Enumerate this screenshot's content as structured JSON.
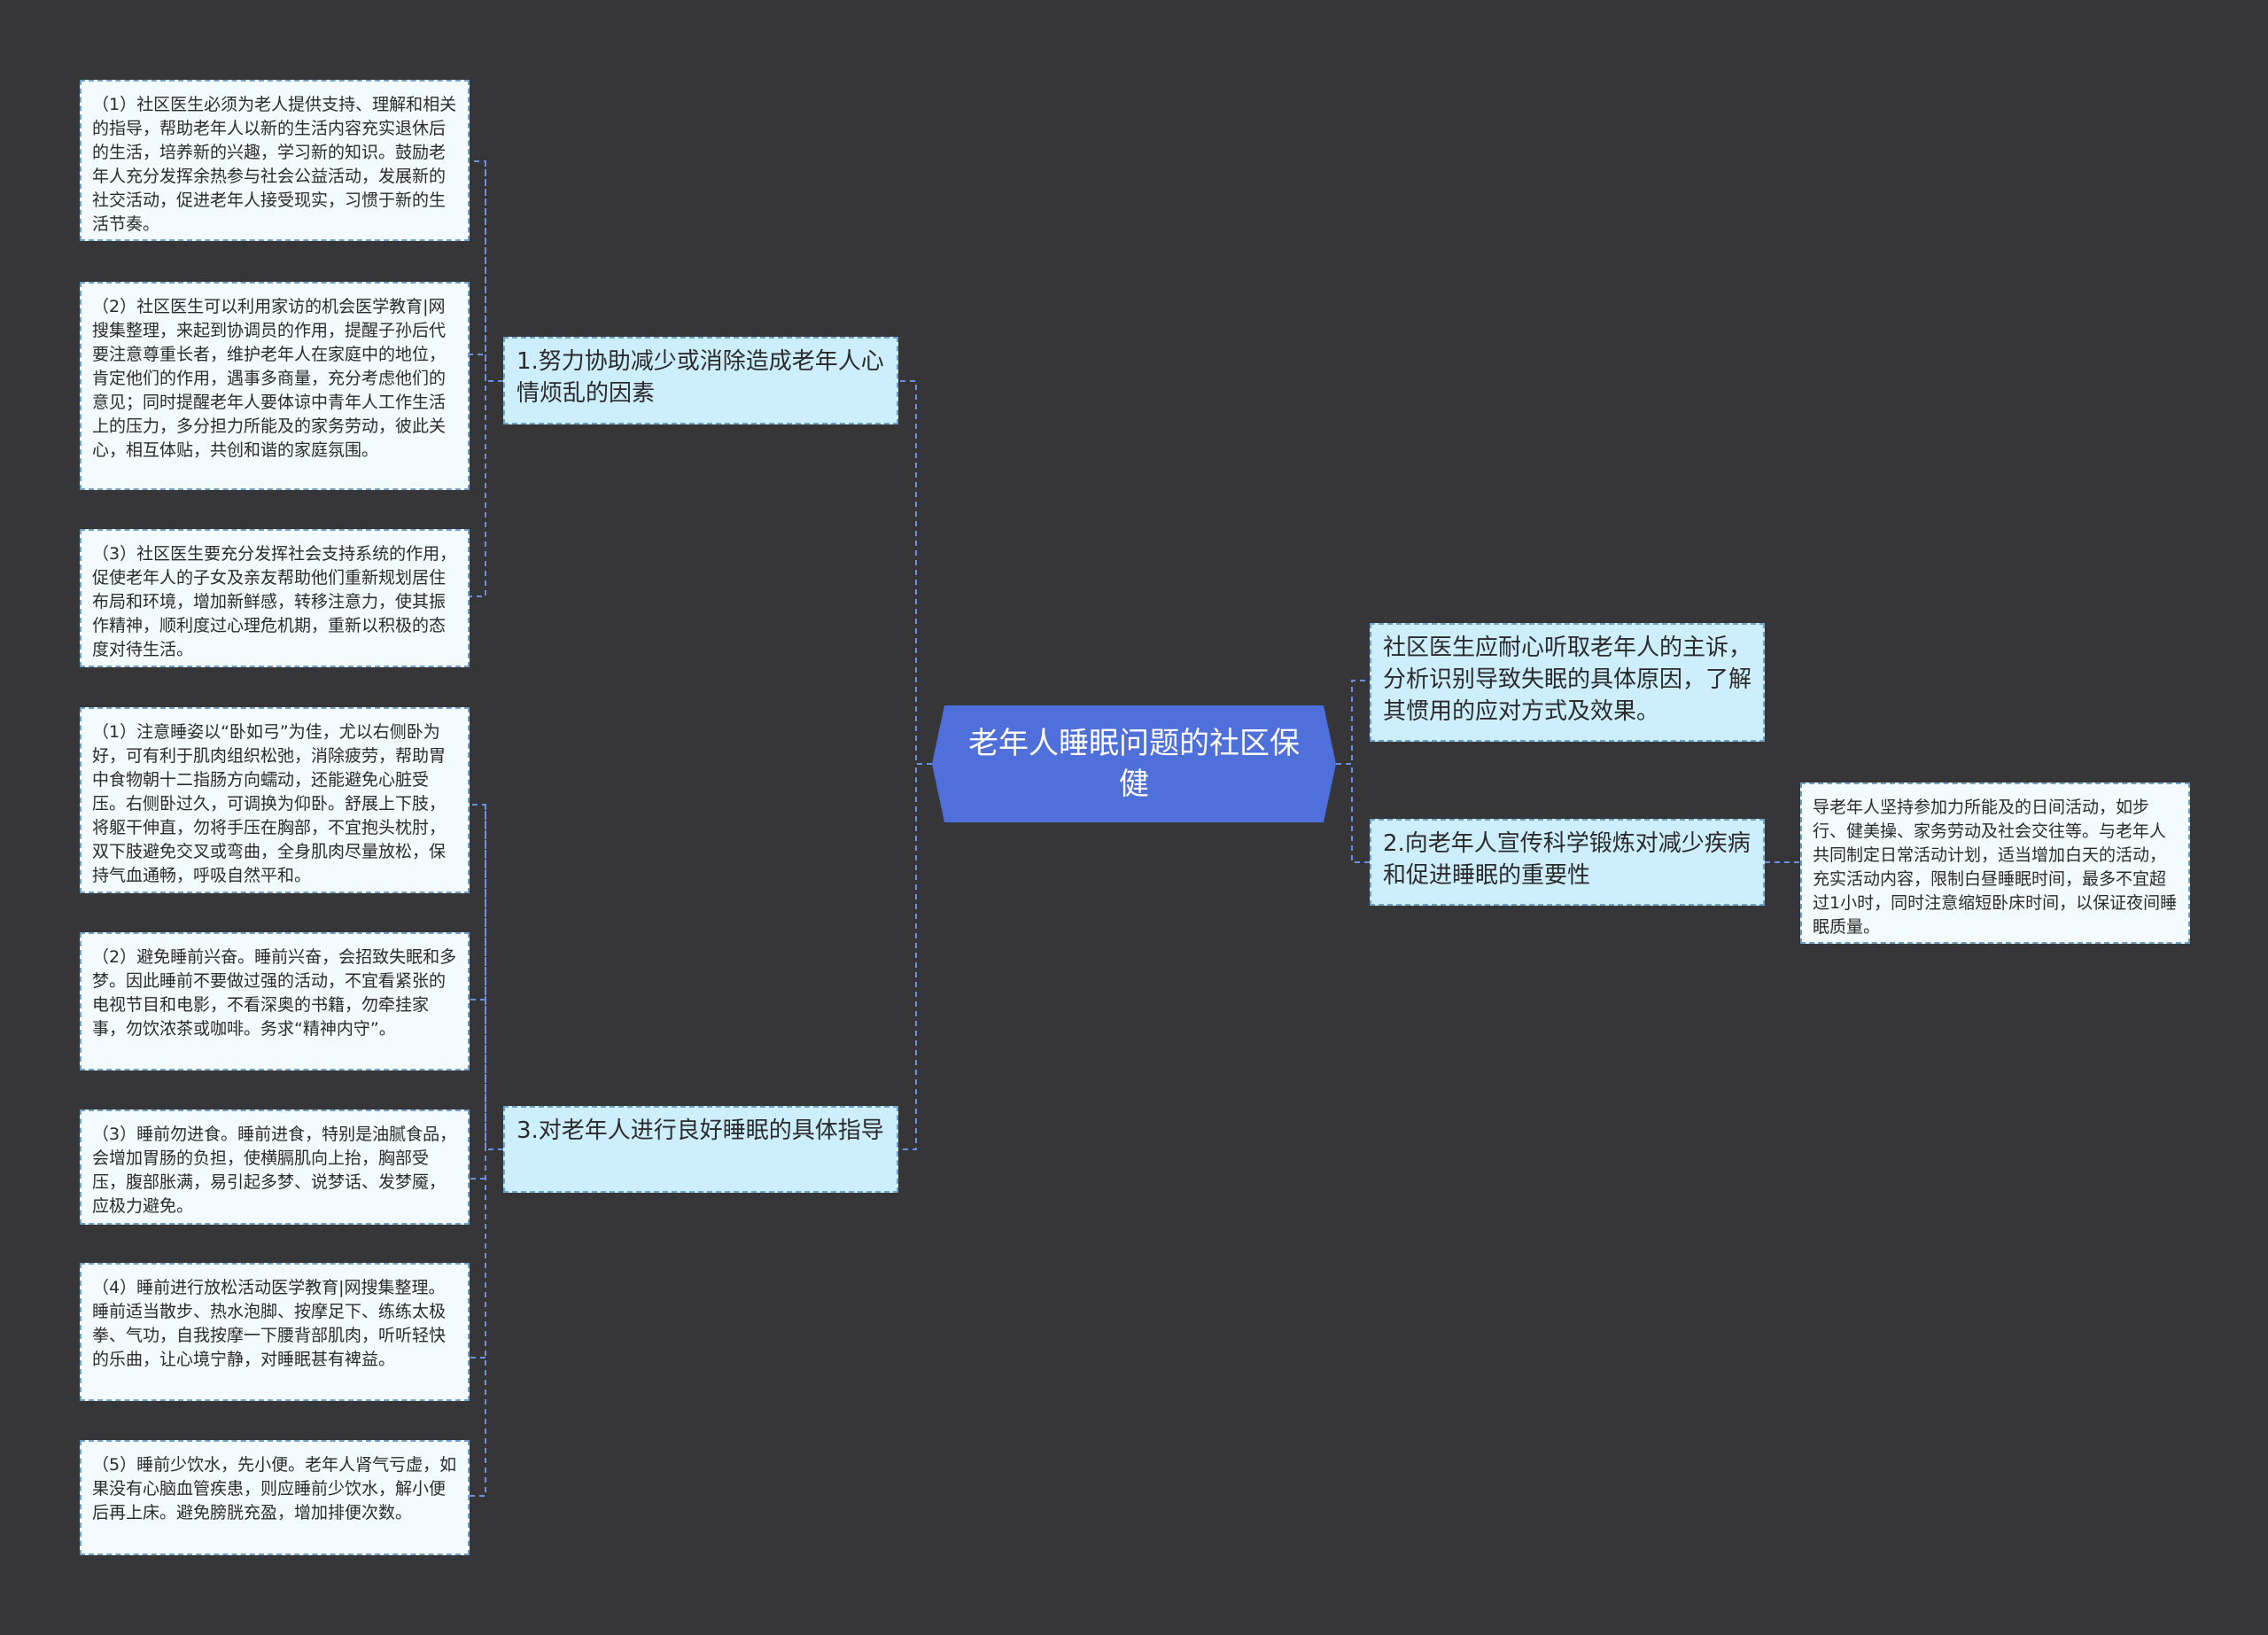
{
  "root": {
    "title": "老年人睡眠问题的社区保健"
  },
  "left_branches": [
    {
      "label": "1.努力协助减少或消除造成老年人心情烦乱的因素",
      "children": [
        "（1）社区医生必须为老人提供支持、理解和相关的指导，帮助老年人以新的生活内容充实退休后的生活，培养新的兴趣，学习新的知识。鼓励老年人充分发挥余热参与社会公益活动，发展新的社交活动，促进老年人接受现实，习惯于新的生活节奏。",
        "（2）社区医生可以利用家访的机会医学教育|网搜集整理，来起到协调员的作用，提醒子孙后代要注意尊重长者，维护老年人在家庭中的地位，肯定他们的作用，遇事多商量，充分考虑他们的意见；同时提醒老年人要体谅中青年人工作生活上的压力，多分担力所能及的家务劳动，彼此关心，相互体贴，共创和谐的家庭氛围。",
        "（3）社区医生要充分发挥社会支持系统的作用，促使老年人的子女及亲友帮助他们重新规划居住布局和环境，增加新鲜感，转移注意力，使其振作精神，顺利度过心理危机期，重新以积极的态度对待生活。"
      ]
    },
    {
      "label": "3.对老年人进行良好睡眠的具体指导",
      "children": [
        "（1）注意睡姿以“卧如弓”为佳，尤以右侧卧为好，可有利于肌肉组织松弛，消除疲劳，帮助胃中食物朝十二指肠方向蠕动，还能避免心脏受压。右侧卧过久，可调换为仰卧。舒展上下肢，将躯干伸直，勿将手压在胸部，不宜抱头枕肘，双下肢避免交叉或弯曲，全身肌肉尽量放松，保持气血通畅，呼吸自然平和。",
        "（2）避免睡前兴奋。睡前兴奋，会招致失眠和多梦。因此睡前不要做过强的活动，不宜看紧张的电视节目和电影，不看深奥的书籍，勿牵挂家事，勿饮浓茶或咖啡。务求“精神内守”。",
        "（3）睡前勿进食。睡前进食，特别是油腻食品，会增加胃肠的负担，使横膈肌向上抬，胸部受压，腹部胀满，易引起多梦、说梦话、发梦魇，应极力避免。",
        "（4）睡前进行放松活动医学教育|网搜集整理。睡前适当散步、热水泡脚、按摩足下、练练太极拳、气功，自我按摩一下腰背部肌肉，听听轻快的乐曲，让心境宁静，对睡眠甚有裨益。",
        "（5）睡前少饮水，先小便。老年人肾气亏虚，如果没有心脑血管疾患，则应睡前少饮水，解小便后再上床。避免膀胱充盈，增加排便次数。"
      ]
    }
  ],
  "right_branches": [
    {
      "label": "社区医生应耐心听取老年人的主诉，分析识别导致失眠的具体原因，了解其惯用的应对方式及效果。",
      "children": []
    },
    {
      "label": "2.向老年人宣传科学锻炼对减少疾病和促进睡眠的重要性",
      "children": [
        "导老年人坚持参加力所能及的日间活动，如步行、健美操、家务劳动及社会交往等。与老年人共同制定日常活动计划，适当增加白天的活动，充实活动内容，限制白昼睡眠时间，最多不宜超过1小时，同时注意缩短卧床时间，以保证夜间睡眠质量。"
      ]
    }
  ],
  "colors": {
    "background": "#363537",
    "root_fill": "#4f6fdb",
    "branch_fill": "#cdeefd",
    "leaf_fill": "#f3fbfe",
    "connector": "#6f8fe0"
  }
}
